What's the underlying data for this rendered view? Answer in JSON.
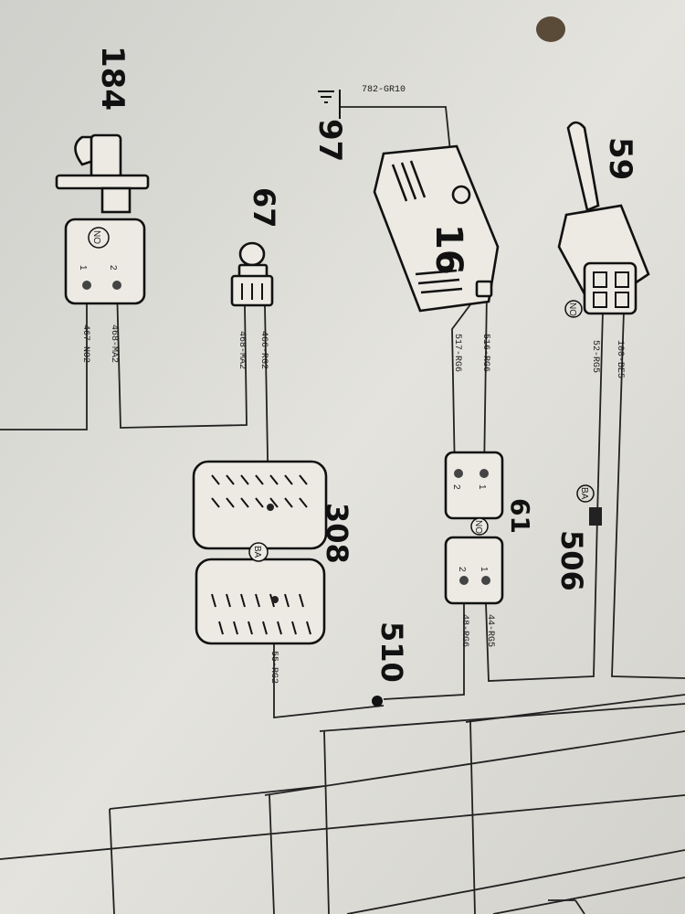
{
  "components": {
    "c184": "184",
    "c97": "97",
    "c67": "67",
    "c16": "16",
    "c59": "59",
    "c61": "61",
    "c308": "308",
    "c506": "506",
    "c510": "510"
  },
  "wires": {
    "w782": "782-GR10",
    "w467": "467-NO2",
    "w468": "468-MA2",
    "w466": "466-RG2",
    "w517": "517-RG6",
    "w516": "516-RG6",
    "w52": "52-RG5",
    "w100": "100-BE5",
    "w48": "48-RG6",
    "w44": "44-RG5",
    "w55": "55-RG2"
  },
  "connector_marks": {
    "no": "NO",
    "ba": "BA"
  },
  "pin_labels": {
    "p1": "1",
    "p2": "2"
  }
}
